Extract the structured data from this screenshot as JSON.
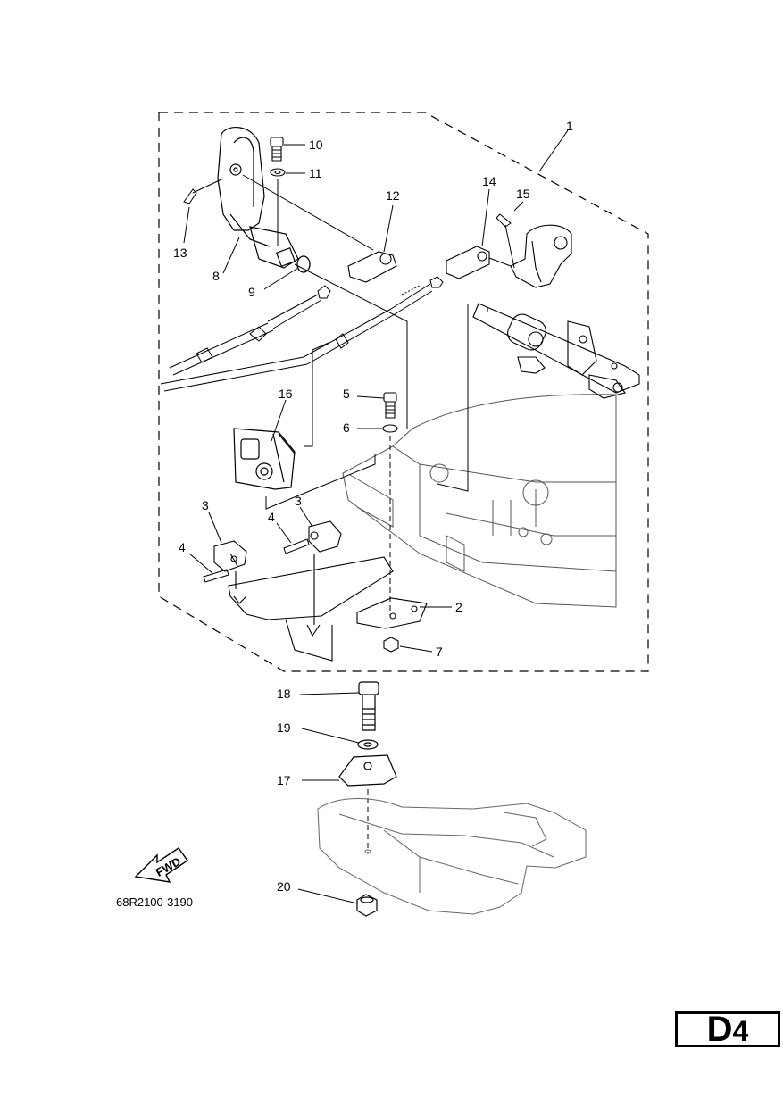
{
  "diagram": {
    "part_code": "68R2100-3190",
    "fwd_label": "FWD",
    "page_badge": {
      "letter": "D",
      "number": "4"
    },
    "callouts": [
      "1",
      "2",
      "3",
      "3",
      "4",
      "4",
      "5",
      "6",
      "7",
      "8",
      "9",
      "10",
      "11",
      "12",
      "13",
      "14",
      "15",
      "16",
      "17",
      "18",
      "19",
      "20"
    ],
    "colors": {
      "ink": "#000000",
      "ghost": "#8a8a8a",
      "paper": "#ffffff"
    }
  }
}
